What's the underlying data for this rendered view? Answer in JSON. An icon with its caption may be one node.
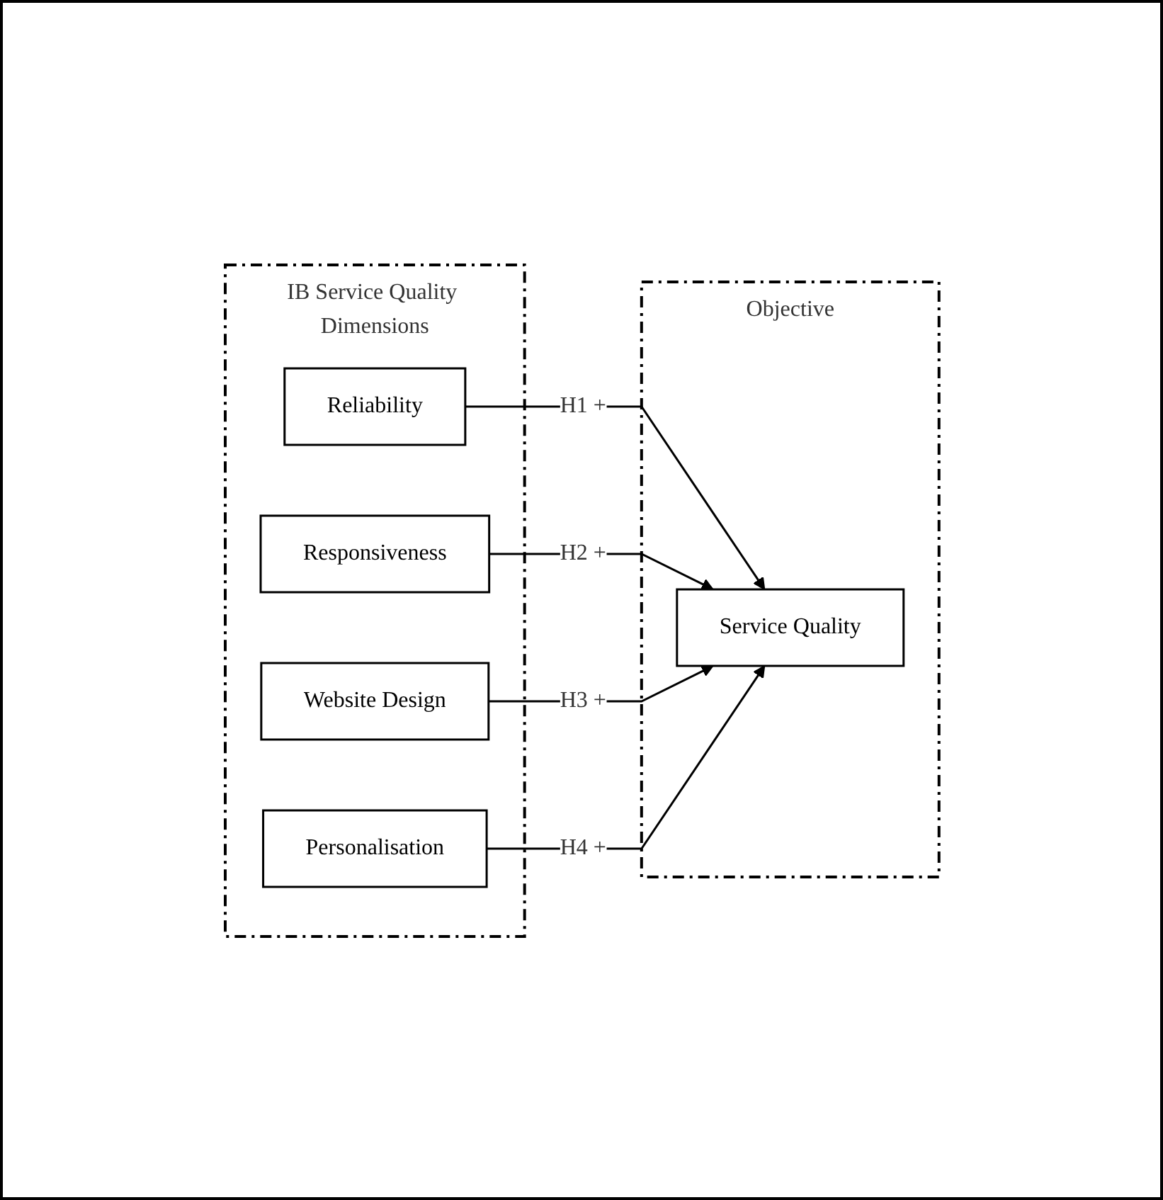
{
  "diagram": {
    "nodes": [
      {
        "text": [
          "IB Service Quality Dimensions"
        ]
      },
      {
        "text": [
          "Reliability"
        ],
        "in": 0
      },
      {
        "text": [
          "Responsiveness"
        ],
        "in": 0
      },
      {
        "text": [
          "Website Design"
        ],
        "in": 0
      },
      {
        "text": [
          "Personalisation"
        ],
        "in": 0
      },
      {
        "text": [
          "Objective"
        ]
      },
      {
        "text": [
          "Service Quality"
        ],
        "in": 5
      }
    ],
    "edges": [
      {
        "from": 1,
        "to": 6,
        "label": "H1 +",
        "arrow": "to"
      },
      {
        "from": 2,
        "to": 6,
        "label": "H2 +",
        "arrow": "to"
      },
      {
        "from": 3,
        "to": 6,
        "label": "H3 +",
        "arrow": "to"
      },
      {
        "from": 4,
        "to": 6,
        "label": "H4 +",
        "arrow": "to"
      }
    ]
  }
}
